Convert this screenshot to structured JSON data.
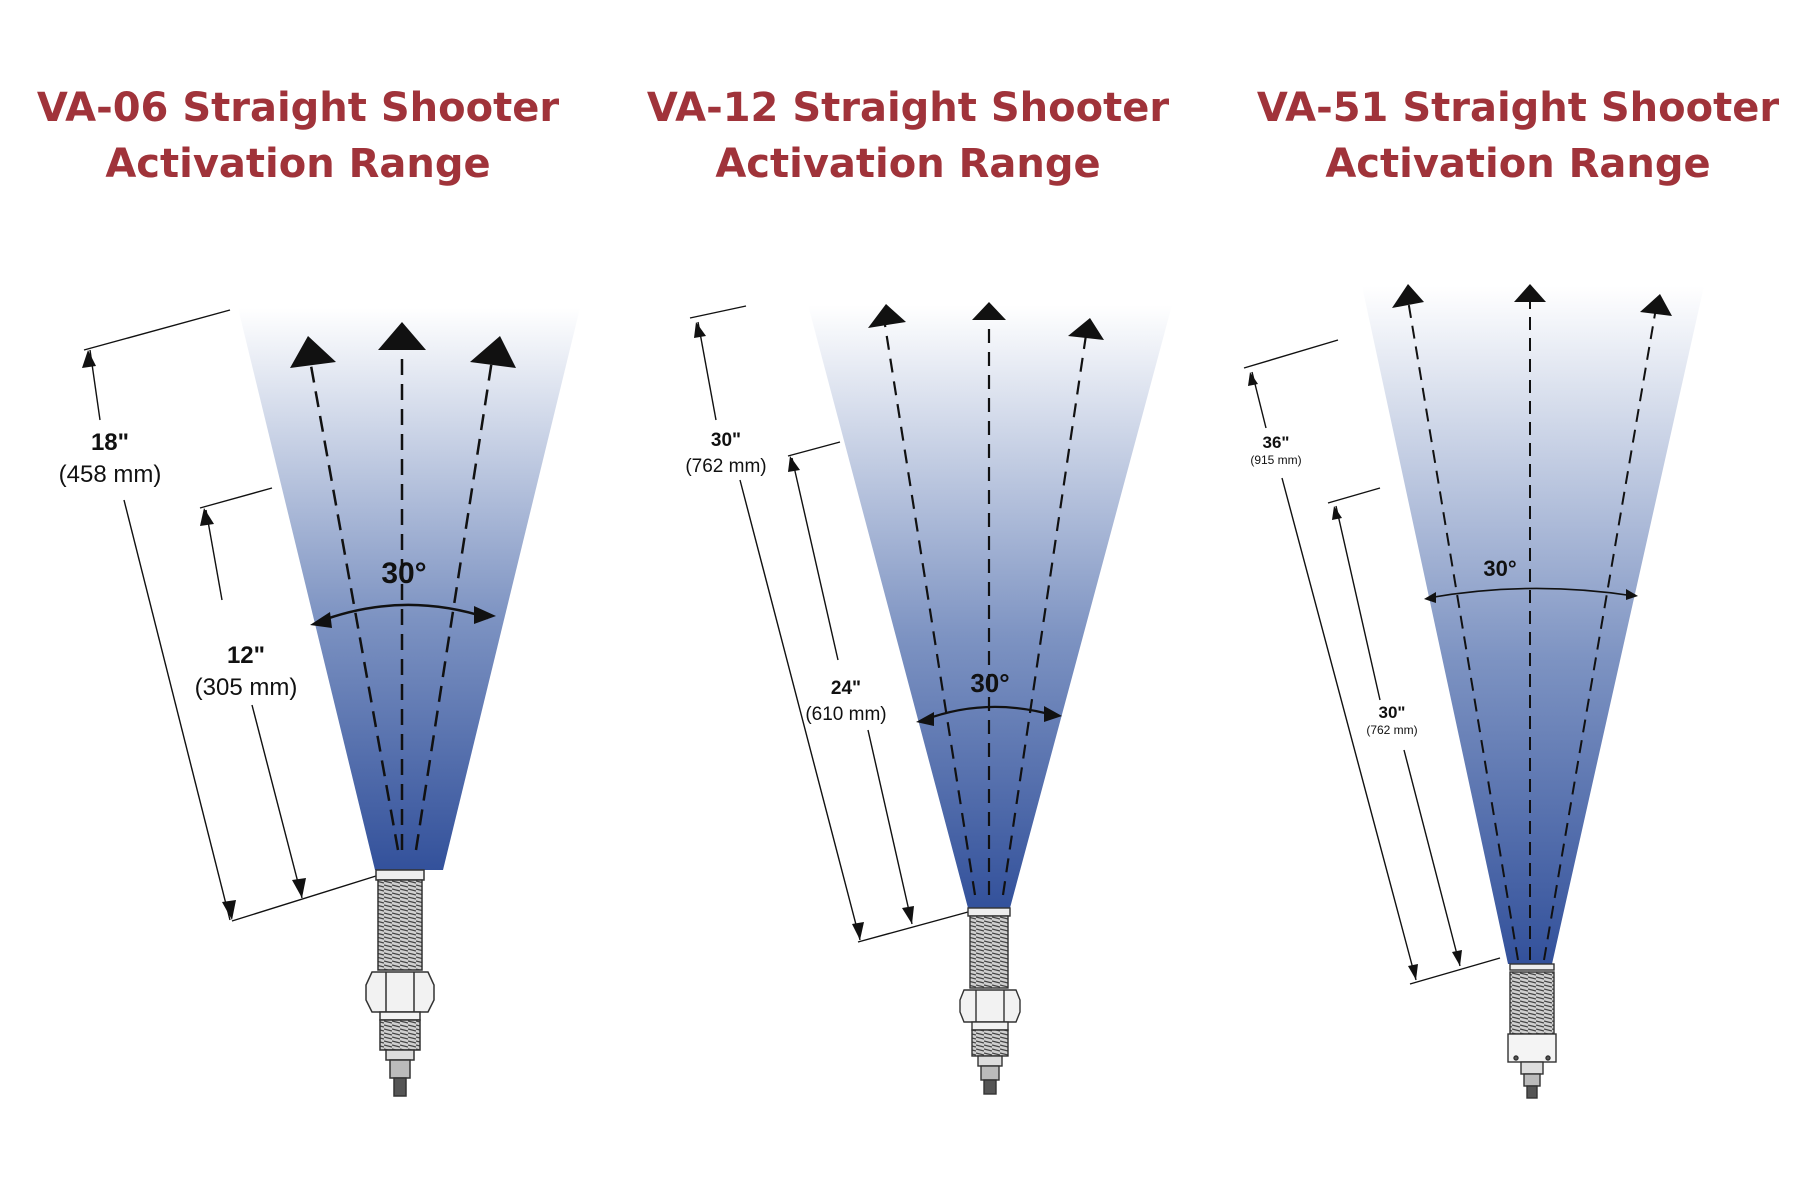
{
  "panels": [
    {
      "title_line1": "VA-06 Straight Shooter",
      "title_line2": "Activation Range",
      "angle_label": "30°",
      "outer_inches": "18\"",
      "outer_mm": "(458 mm)",
      "inner_inches": "12\"",
      "inner_mm": "(305 mm)"
    },
    {
      "title_line1": "VA-12 Straight Shooter",
      "title_line2": "Activation Range",
      "angle_label": "30°",
      "outer_inches": "30\"",
      "outer_mm": "(762 mm)",
      "inner_inches": "24\"",
      "inner_mm": "(610 mm)"
    },
    {
      "title_line1": "VA-51 Straight Shooter",
      "title_line2": "Activation Range",
      "angle_label": "30°",
      "outer_inches": "36\"",
      "outer_mm": "(915 mm)",
      "inner_inches": "30\"",
      "inner_mm": "(762 mm)"
    }
  ],
  "colors": {
    "title": "#a0333a",
    "beam_base": "#33519b",
    "beam_top": "#ffffff",
    "line": "#111111"
  },
  "icons": [
    "sensor-device-icon",
    "arrow-head-icon"
  ]
}
